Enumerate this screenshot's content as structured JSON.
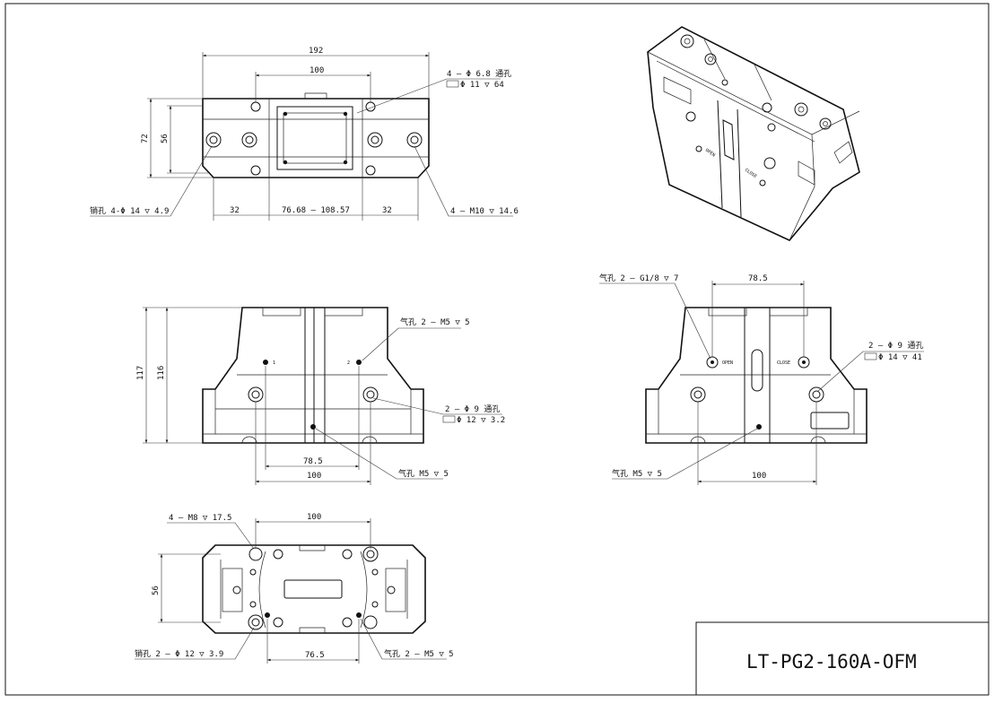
{
  "title_block": {
    "part_number": "LT-PG2-160A-OFM"
  },
  "top_view": {
    "dims": {
      "overall_width": "192",
      "hole_spacing": "100",
      "height_outer": "72",
      "height_inner": "56",
      "left_edge": "32",
      "stroke_range": "76.68 – 108.57",
      "right_edge": "32"
    },
    "callouts": {
      "through_hole": "4 – Φ 6.8 通孔",
      "counterbore": "Φ 11 ▽ 64",
      "pin_hole": "销孔 4-Φ 14 ▽ 4.9",
      "thread": "4 – M10 ▽ 14.6"
    }
  },
  "front_view": {
    "dims": {
      "height_outer": "117",
      "height_inner": "116",
      "hole_spacing_upper": "78.5",
      "hole_spacing_lower": "100"
    },
    "port_labels": {
      "port_1": "1",
      "port_2": "2"
    },
    "callouts": {
      "air_port_top": "气孔 2 – M5 ▽ 5",
      "through_hole": "2 – Φ 9 通孔",
      "counterbore": "Φ 12 ▽ 3.2",
      "air_port_bottom": "气孔 M5 ▽ 5"
    }
  },
  "side_view": {
    "dims": {
      "hole_spacing_top": "78.5",
      "hole_spacing_bottom": "100"
    },
    "port_labels": {
      "open": "OPEN",
      "close": "CLOSE"
    },
    "callouts": {
      "air_port_g18": "气孔 2 – G1/8 ▽ 7",
      "through_hole": "2 – Φ 9 通孔",
      "counterbore": "Φ 14 ▽ 41",
      "air_port_bottom": "气孔 M5 ▽ 5"
    }
  },
  "bottom_view": {
    "dims": {
      "hole_spacing_top": "100",
      "height": "56",
      "hole_spacing_bottom": "76.5"
    },
    "callouts": {
      "thread": "4 – M8 ▽ 17.5",
      "pin_hole": "销孔 2 – Φ 12 ▽ 3.9",
      "air_port": "气孔 2 – M5 ▽ 5"
    }
  },
  "iso_view": {
    "labels": {
      "open": "OPEN",
      "close": "CLOSE"
    }
  }
}
